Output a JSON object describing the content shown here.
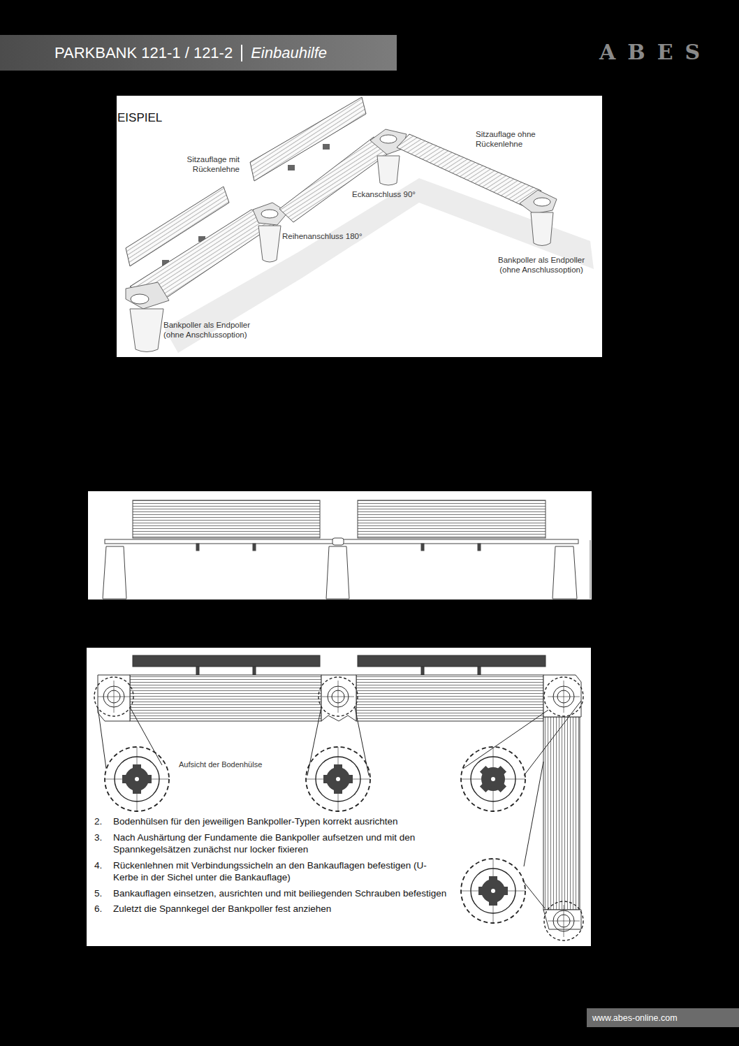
{
  "diagram": {
    "nodes": [
      {
        "text": [
          "PARKBANK 121-1 / 121-2",
          "Einbauhilfe"
        ]
      },
      {
        "text": [
          "www.abes-online.com"
        ]
      }
    ],
    "labels": [
      "ABES",
      "EISPIEL",
      "Sitzauflage mit Rückenlehne",
      "Sitzauflage ohne Rückenlehne",
      "Eckanschluss 90°",
      "Reihenanschluss 180°",
      "Bankpoller als Endpoller (ohne Anschlussoption)",
      "Bankpoller als Endpoller (ohne Anschlussoption)",
      "Aufsicht der Bodenhülse",
      "2.",
      "Bodenhülsen für den jeweiligen Bankpoller-Typen korrekt ausrichten",
      "3.",
      "Nach Aushärtung der Fundamente die Bankpoller aufsetzen und mit den Spannkegelsätzen zunächst nur locker fixieren",
      "4.",
      "Rückenlehnen mit Verbindungssicheln an den Bankauflagen befestigen (U-Kerbe in der Sichel unter die Bankauflage)",
      "5.",
      "Bankauflagen einsetzen, ausrichten und mit beiliegenden Schrauben befestigen",
      "6.",
      "Zuletzt die Spannkegel der Bankpoller fest anziehen"
    ]
  }
}
